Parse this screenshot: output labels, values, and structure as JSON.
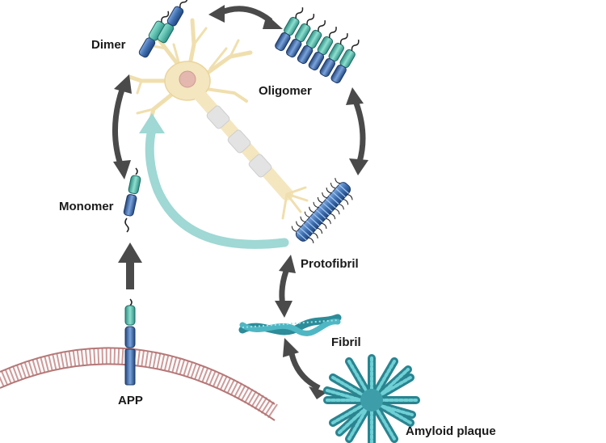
{
  "labels": {
    "dimer": "Dimer",
    "oligomer": "Oligomer",
    "monomer": "Monomer",
    "protofibril": "Protofibril",
    "fibril": "Fibril",
    "app": "APP",
    "amyloid_plaque": "Amyloid plaque"
  },
  "colors": {
    "arrow": "#4a4a4a",
    "recycle_arrow": "#9fd8d4",
    "neuron_fill": "#f4e6bf",
    "neuron_nucleus": "#e4b8ae",
    "myelin": "#e3e3e3",
    "helix_teal": "#5fc0b0",
    "helix_blue": "#3f6fb0",
    "membrane": "#c98f8f",
    "fibril_teal": "#3fa7b6",
    "plaque": "#3d9ea9"
  }
}
